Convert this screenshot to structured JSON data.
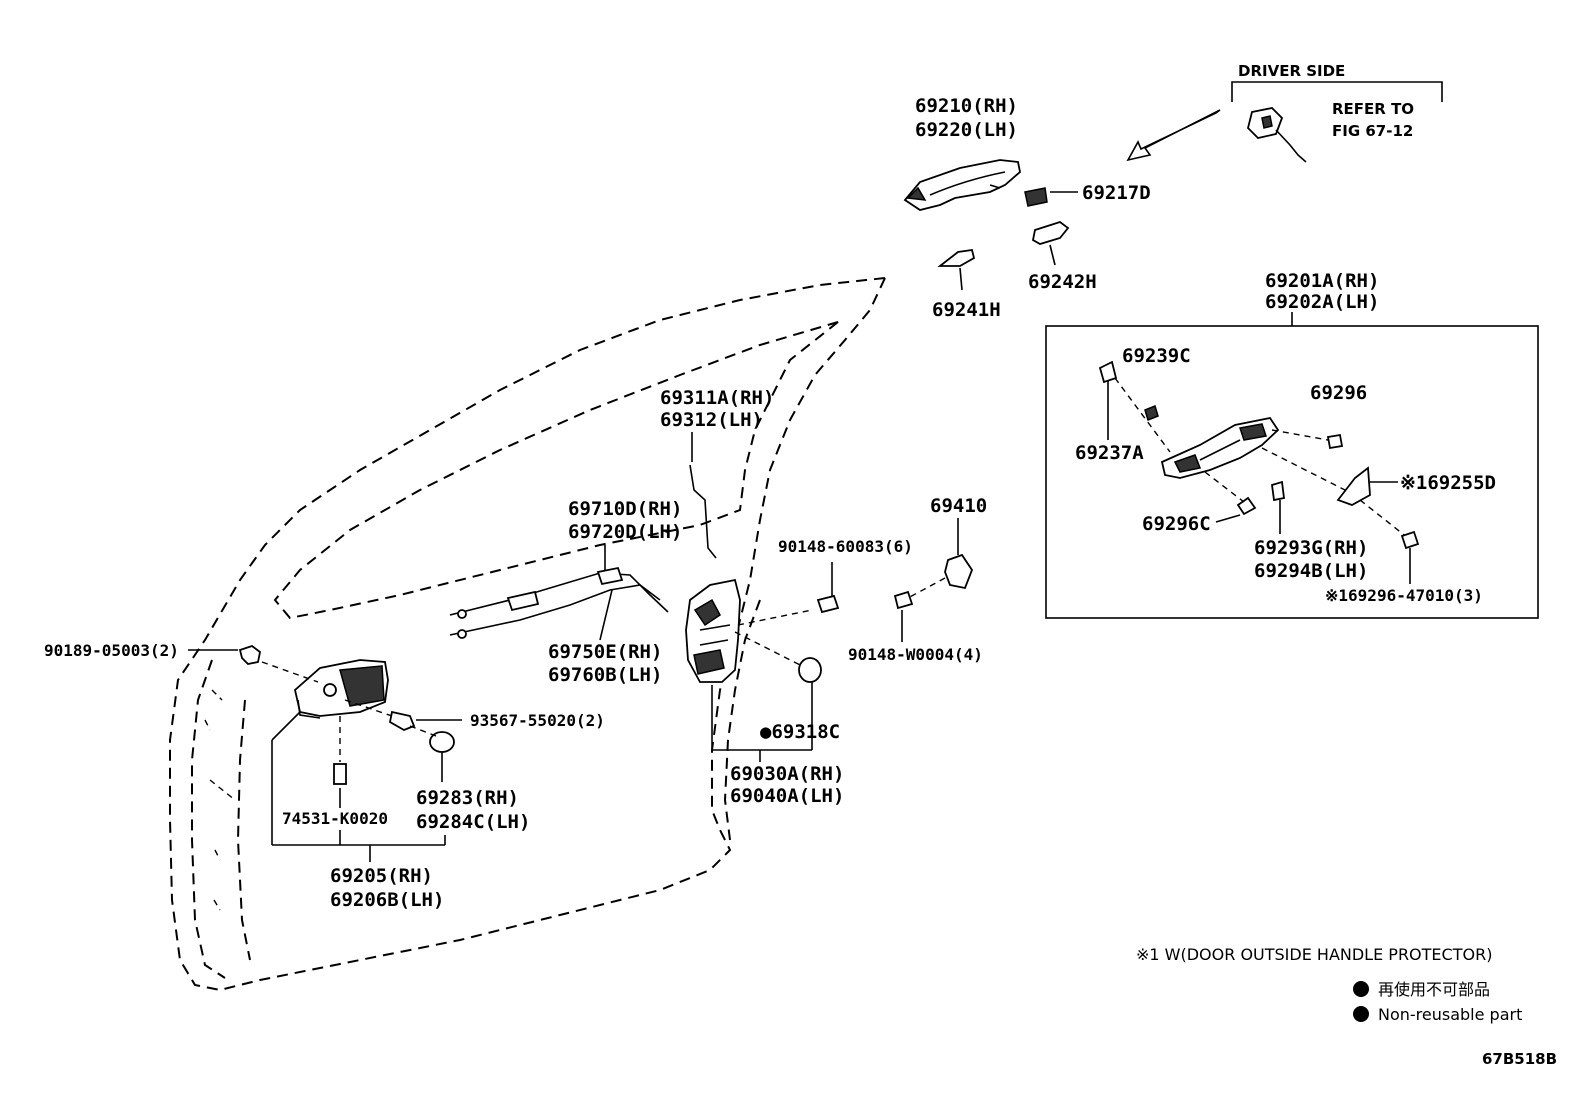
{
  "labels": {
    "p69210": "69210(RH)",
    "p69220": "69220(LH)",
    "p69217D": "69217D",
    "p69242H": "69242H",
    "p69241H": "69241H",
    "driver_side": "DRIVER SIDE",
    "refer_to": "REFER TO",
    "fig_ref": "FIG 67-12",
    "p69201A": "69201A(RH)",
    "p69202A": "69202A(LH)",
    "p69239C": "69239C",
    "p69296": "69296",
    "p69237A": "69237A",
    "p169255D": "※169255D",
    "p69296C": "69296C",
    "p69293G": "69293G(RH)",
    "p69294B": "69294B(LH)",
    "p169296": "※169296-47010(3)",
    "p69311A": "69311A(RH)",
    "p69312": "69312(LH)",
    "p69710D": "69710D(RH)",
    "p69720D": "69720D(LH)",
    "p69410": "69410",
    "p90148_60083": "90148-60083(6)",
    "p90148_W0004": "90148-W0004(4)",
    "p69750E": "69750E(RH)",
    "p69760B": "69760B(LH)",
    "p90189": "90189-05003(2)",
    "p93567": "93567-55020(2)",
    "p69318C": "●69318C",
    "p69030A": "69030A(RH)",
    "p69040A": "69040A(LH)",
    "p69283": "69283(RH)",
    "p69284C": "69284C(LH)",
    "p74531": "74531-K0020",
    "p69205": "69205(RH)",
    "p69206B": "69206B(LH)"
  },
  "legend": {
    "note1": "※1 W(DOOR OUTSIDE HANDLE PROTECTOR)",
    "non_reusable_jp": "再使用不可部品",
    "non_reusable_en": "Non-reusable part"
  },
  "figure_code": "67B518B"
}
